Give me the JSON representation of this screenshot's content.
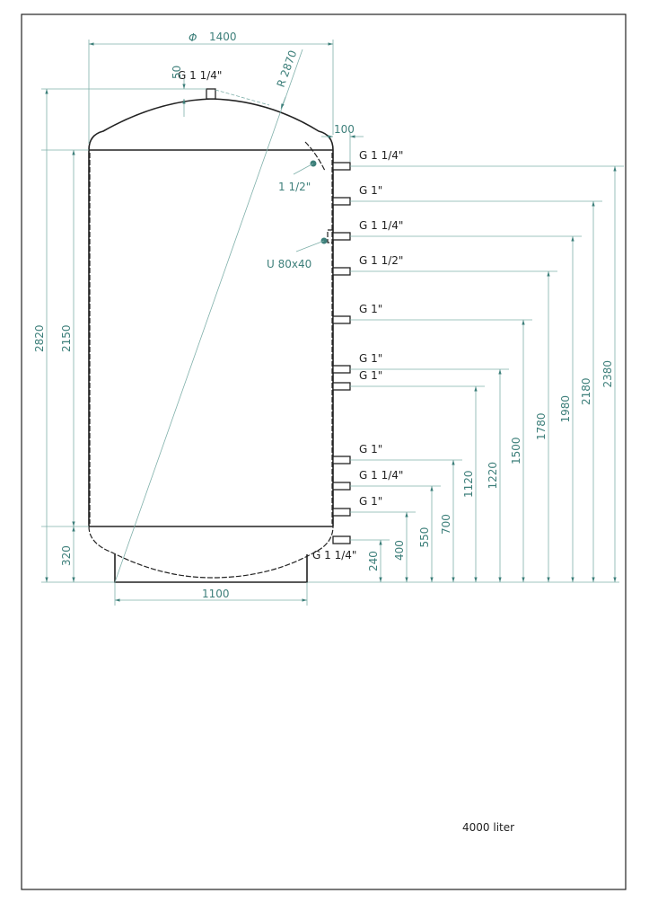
{
  "drawing": {
    "capacity_label": "4000 liter",
    "diameter_label": "1400",
    "diameter_symbol": "Φ",
    "radius_label": "R 2870",
    "top_offset_label": "50",
    "nozzle_projection_label": "100",
    "skirt_width_label": "1100",
    "total_height_label": "2820",
    "shell_height_label": "2150",
    "bottom_height_label": "320",
    "top_connection_label": "G 1 1/4\"",
    "sensor_sleeve_label": "1 1/2\"",
    "anode_label": "U 80x40",
    "colors": {
      "dimension": "#3d7f7a",
      "outline": "#222222"
    }
  },
  "connections": [
    {
      "label": "G 1 1/4\"",
      "height": 2380
    },
    {
      "label": "G 1\"",
      "height": 2180
    },
    {
      "label": "G 1 1/4\"",
      "height": 1980
    },
    {
      "label": "G 1 1/2\"",
      "height": 1780
    },
    {
      "label": "G 1\"",
      "height": 1500
    },
    {
      "label": "G 1\"",
      "height": 1220
    },
    {
      "label": "G 1\"",
      "height": 1120
    },
    {
      "label": "G 1\"",
      "height": 700
    },
    {
      "label": "G 1 1/4\"",
      "height": 550
    },
    {
      "label": "G 1\"",
      "height": 400
    },
    {
      "label": "G 1 1/4\"",
      "height": 240
    }
  ]
}
